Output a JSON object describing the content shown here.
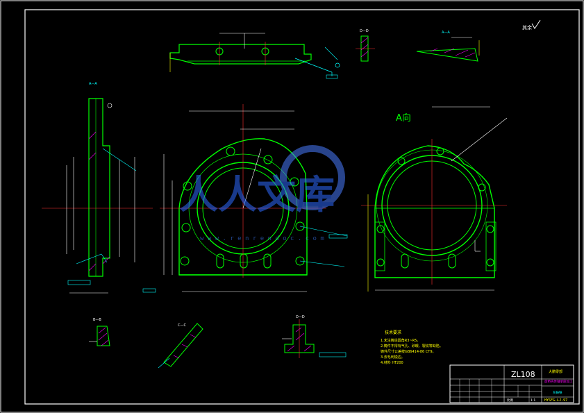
{
  "title_block": {
    "drawing_code": "ZL108",
    "company": "大鹏零部",
    "part_name": "后桥壳体轴承座加工",
    "material": "灰铸铁",
    "drawing_number": "HYSFG-LJ-97",
    "sheet_label": "比例",
    "scale": "1:1"
  },
  "view_labels": {
    "view_a": "A向",
    "section_aa": "A—A",
    "section_bb": "B—B",
    "section_cc": "C—C",
    "section_dd": "D—D",
    "roughness": "其余"
  },
  "watermark": {
    "text": "人人文库",
    "url": "w w w . r e n r e n d o c . c o m"
  },
  "tech_notes": {
    "heading": "技术要求",
    "lines": [
      "1.未注铸造圆角R3~R5。",
      "2.铸件不得有气孔、砂眼、裂纹等缺陷。",
      "  铸件尺寸公差按GB6414-86 CT9。",
      "3.去毛刺锐边。",
      "4.材料 HT200"
    ]
  },
  "colors": {
    "background": "#000000",
    "outline": "#00ff00",
    "dimension": "#ffffff",
    "annotation": "#00ffff",
    "hatch": "#ff00ff",
    "centerline": "#ff3030",
    "leader": "#ffff00"
  }
}
